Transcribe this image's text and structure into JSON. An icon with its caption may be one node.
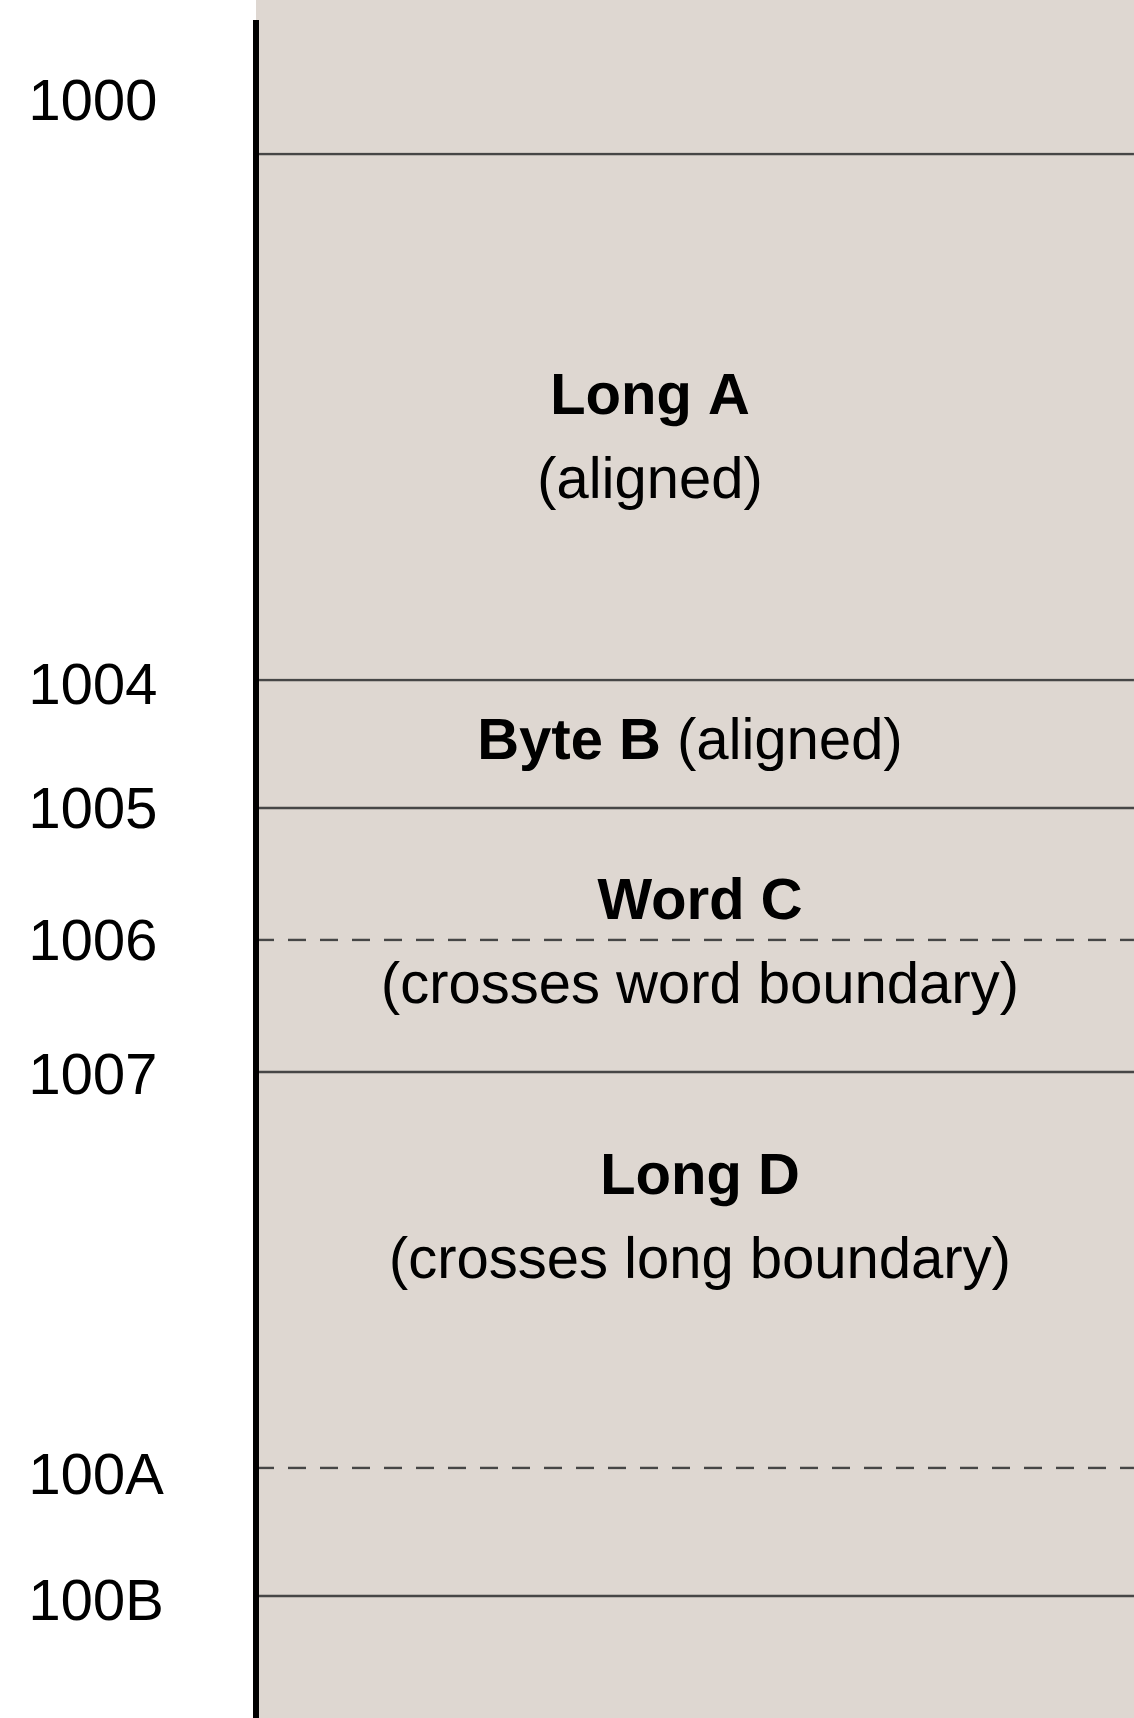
{
  "diagram": {
    "nodes": [
      {
        "text": [
          "Long A",
          "(aligned)"
        ]
      },
      {
        "text": [
          "**Byte B** (aligned)"
        ]
      },
      {
        "text": [
          "Word C",
          "(crosses word boundary)"
        ]
      },
      {
        "text": [
          "Long D",
          "(crosses long boundary)"
        ]
      }
    ],
    "labels": [
      "1000",
      "1004",
      "1005",
      "1006",
      "1007",
      "100A",
      "100B"
    ]
  }
}
